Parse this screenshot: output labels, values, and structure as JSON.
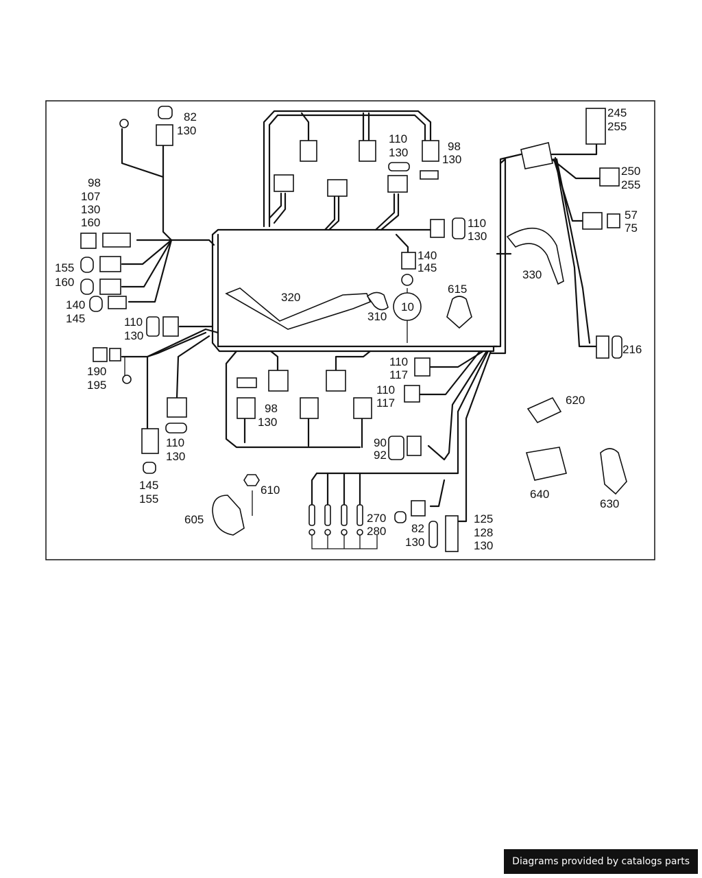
{
  "labels": {
    "c82_130_top": [
      "82",
      "130"
    ],
    "c98_107_130_160": [
      "98",
      "107",
      "130",
      "160"
    ],
    "c155_160": [
      "155",
      "160"
    ],
    "c140_145_left": [
      "140",
      "145"
    ],
    "c110_130_left": [
      "110",
      "130"
    ],
    "c190_195": [
      "190",
      "195"
    ],
    "c110_130_lower": [
      "110",
      "130"
    ],
    "c145_155": [
      "145",
      "155"
    ],
    "c110_130_top": [
      "110",
      "130"
    ],
    "c98_130_top": [
      "98",
      "130"
    ],
    "c110_130_right": [
      "110",
      "130"
    ],
    "c140_145_mid": [
      "140",
      "145"
    ],
    "c320": [
      "320"
    ],
    "c310": [
      "310"
    ],
    "c10": [
      "10"
    ],
    "c615": [
      "615"
    ],
    "c330": [
      "330"
    ],
    "c245_255": [
      "245",
      "255"
    ],
    "c250_255": [
      "250",
      "255"
    ],
    "c57_75": [
      "57",
      "75"
    ],
    "c216": [
      "216"
    ],
    "c110_117_a": [
      "110",
      "117"
    ],
    "c110_117_b": [
      "110",
      "117"
    ],
    "c98_130_mid": [
      "98",
      "130"
    ],
    "c90_92": [
      "90",
      "92"
    ],
    "c620": [
      "620"
    ],
    "c640": [
      "640"
    ],
    "c630": [
      "630"
    ],
    "c610": [
      "610"
    ],
    "c605": [
      "605"
    ],
    "c270_280": [
      "270",
      "280"
    ],
    "c82_130_bottom": [
      "82",
      "130"
    ],
    "c125_128_130": [
      "125",
      "128",
      "130"
    ]
  },
  "footer": {
    "credit": "Diagrams provided by catalogs parts"
  }
}
